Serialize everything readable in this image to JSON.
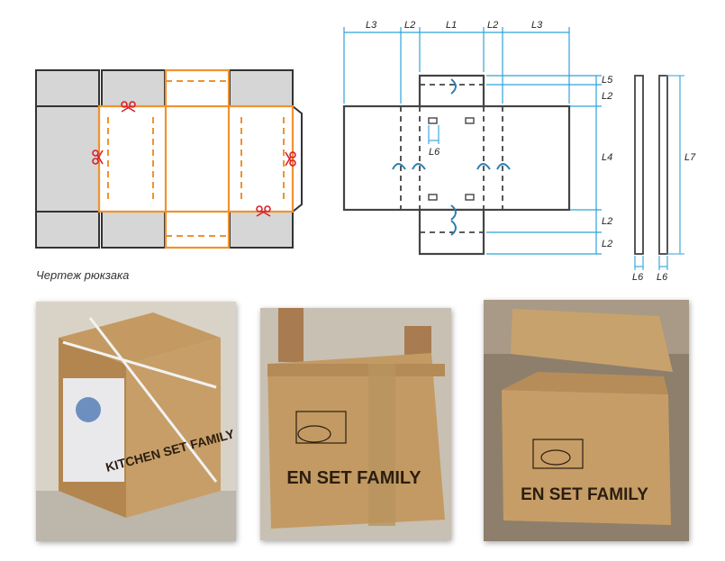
{
  "caption": "Чертеж рюкзака",
  "dimensions": {
    "top": [
      "L3",
      "L2",
      "L1",
      "L2",
      "L3"
    ],
    "right": [
      "L5",
      "L2",
      "L4",
      "L2",
      "L2"
    ],
    "inner": "L6",
    "strap_height": "L7",
    "strap_widths": [
      "L6",
      "L6"
    ]
  },
  "photos": {
    "box_side_text_left": "KITCHEN SET FAMILY",
    "box_side_text_center": "EN SET FAMILY",
    "box_side_text_right": "EN SET FAMILY"
  },
  "colors": {
    "flap_gray": "#d6d6d6",
    "outline": "#333333",
    "cut_orange": "#f0922e",
    "dimension_blue": "#2ea3d8",
    "scissors_red": "#d8202a",
    "cardboard": "#c9a06a"
  },
  "icons": [
    "scissors-icon",
    "fold-arrow-icon"
  ]
}
